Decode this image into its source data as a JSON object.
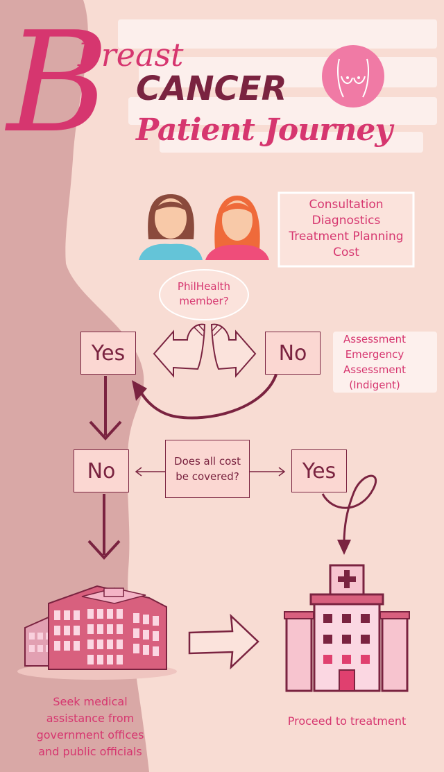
{
  "title": {
    "line1": "Breast",
    "line2": "CANCER",
    "line3": "Patient Journey",
    "initial": "B"
  },
  "services_box": {
    "items": [
      "Consultation",
      "Diagnostics",
      "Treatment Planning",
      "Cost"
    ]
  },
  "question1": {
    "line1": "PhilHealth",
    "line2": "member?"
  },
  "yes_1": "Yes",
  "no_1": "No",
  "no_side_notes": [
    "Assessment",
    "Emergency",
    "Assessment",
    "(Indigent)"
  ],
  "question2": {
    "line1": "Does all cost",
    "line2": "be covered?"
  },
  "no_2": "No",
  "yes_2": "Yes",
  "left_caption": [
    "Seek medical",
    "assistance from",
    "government offices",
    "and public officials"
  ],
  "right_caption": "Proceed to treatment",
  "icons": {
    "breast": "breast-outline-icon",
    "women": "two-women-icon",
    "gov": "government-building-icon",
    "hospital": "hospital-icon"
  },
  "colors": {
    "background": "#f8dcd3",
    "silhouette": "#d9a8a6",
    "pink": "#d6366f",
    "maroon": "#7a2340",
    "box_fill": "#fbd7d2"
  }
}
